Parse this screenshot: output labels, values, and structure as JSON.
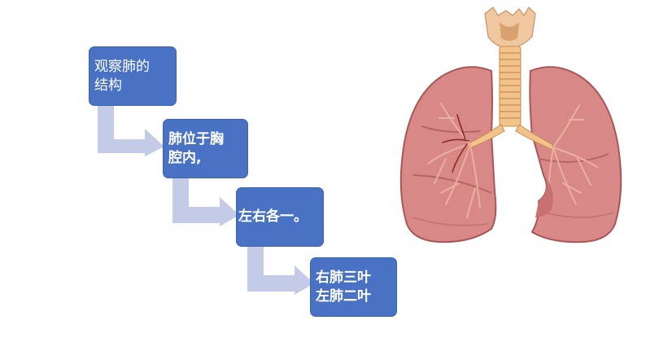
{
  "flow": {
    "step1": {
      "line1": "观察肺的",
      "line2": "结构"
    },
    "step2": {
      "line1": "肺位于胸",
      "line2": "腔内,"
    },
    "step3": {
      "line1": "左右各一。"
    },
    "step4": {
      "line1": "右肺三叶",
      "line2": "左肺二叶"
    }
  },
  "colors": {
    "box_fill": "#4a72c4",
    "arrow_fill": "#c3cbe6",
    "lung_tissue": "#d98888",
    "trachea": "#f2c48b"
  },
  "illustration": {
    "icon": "lungs-icon"
  }
}
